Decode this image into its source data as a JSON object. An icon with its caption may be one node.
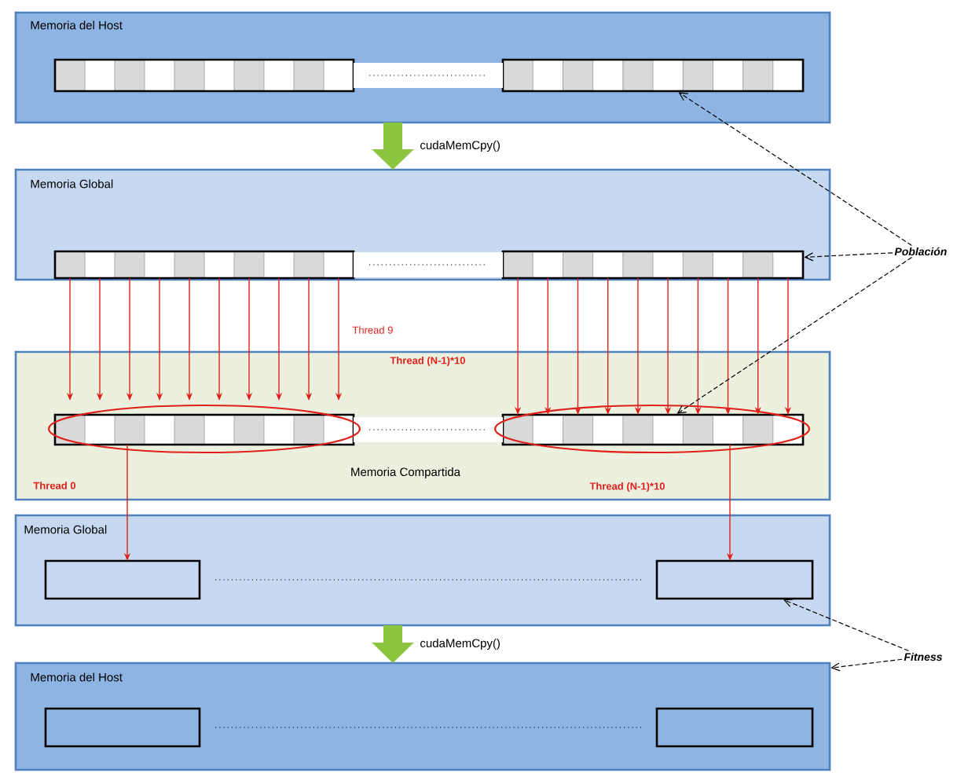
{
  "diagram": {
    "nodes": [
      {
        "text": [
          "Memoria del Host"
        ]
      },
      {
        "text": [],
        "shape": "bar",
        "in": 0
      },
      {
        "text": [],
        "shape": "bar",
        "in": 0
      },
      {
        "text": [
          "Memoria Global"
        ]
      },
      {
        "text": [],
        "shape": "bar",
        "in": 3
      },
      {
        "text": [],
        "shape": "bar",
        "in": 3
      },
      {
        "text": [
          "Memoria Compartida"
        ]
      },
      {
        "text": [],
        "shape": "bar",
        "in": 6
      },
      {
        "text": [],
        "shape": "bar",
        "in": 6
      },
      {
        "text": [
          "Memoria Global"
        ]
      },
      {
        "text": [],
        "shape": "bar",
        "in": 9
      },
      {
        "text": [],
        "shape": "bar",
        "in": 9
      },
      {
        "text": [
          "Memoria del Host"
        ]
      },
      {
        "text": [],
        "shape": "bar",
        "in": 12
      },
      {
        "text": [],
        "shape": "bar",
        "in": 12
      },
      {
        "text": [
          "Población"
        ]
      },
      {
        "text": [
          "Fitness"
        ]
      }
    ],
    "edges": [
      {
        "from": 0,
        "to": 3,
        "arrow": "to",
        "label": "cudaMemCpy()",
        "style": "thick",
        "color": "#8cc63f"
      },
      {
        "from": 9,
        "to": 12,
        "arrow": "to",
        "label": "cudaMemCpy()",
        "style": "thick",
        "color": "#8cc63f"
      },
      {
        "from": 4,
        "to": 7,
        "arrow": "to"
      },
      {
        "from": 4,
        "to": 7,
        "arrow": "to"
      },
      {
        "from": 4,
        "to": 7,
        "arrow": "to"
      },
      {
        "from": 4,
        "to": 7,
        "arrow": "to"
      },
      {
        "from": 4,
        "to": 7,
        "arrow": "to"
      },
      {
        "from": 4,
        "to": 7,
        "arrow": "to"
      },
      {
        "from": 4,
        "to": 7,
        "arrow": "to"
      },
      {
        "from": 4,
        "to": 7,
        "arrow": "to"
      },
      {
        "from": 4,
        "to": 7,
        "arrow": "to"
      },
      {
        "from": 4,
        "to": 7,
        "arrow": "to"
      },
      {
        "from": 5,
        "to": 8,
        "arrow": "to"
      },
      {
        "from": 5,
        "to": 8,
        "arrow": "to"
      },
      {
        "from": 5,
        "to": 8,
        "arrow": "to"
      },
      {
        "from": 5,
        "to": 8,
        "arrow": "to"
      },
      {
        "from": 5,
        "to": 8,
        "arrow": "to"
      },
      {
        "from": 5,
        "to": 8,
        "arrow": "to"
      },
      {
        "from": 5,
        "to": 8,
        "arrow": "to"
      },
      {
        "from": 5,
        "to": 8,
        "arrow": "to"
      },
      {
        "from": 5,
        "to": 8,
        "arrow": "to"
      },
      {
        "from": 5,
        "to": 8,
        "arrow": "to"
      },
      {
        "from": 7,
        "to": 10,
        "arrow": "to"
      },
      {
        "from": 8,
        "to": 11,
        "arrow": "to"
      },
      {
        "from": 15,
        "to": 2,
        "arrow": "to",
        "style": "dashed",
        "color": "#000000"
      },
      {
        "from": 15,
        "to": 5,
        "arrow": "to",
        "style": "dashed",
        "color": "#000000"
      },
      {
        "from": 15,
        "to": 8,
        "arrow": "to",
        "style": "dashed",
        "color": "#000000"
      },
      {
        "from": 16,
        "to": 11,
        "arrow": "to",
        "style": "dashed",
        "color": "#000000"
      },
      {
        "from": 16,
        "to": 12,
        "arrow": "to",
        "style": "dashed",
        "color": "#000000"
      }
    ],
    "labels": [
      "Thread 9",
      "Thread (N-1)*10",
      "Thread 0",
      "Thread (N-1)*10"
    ]
  }
}
